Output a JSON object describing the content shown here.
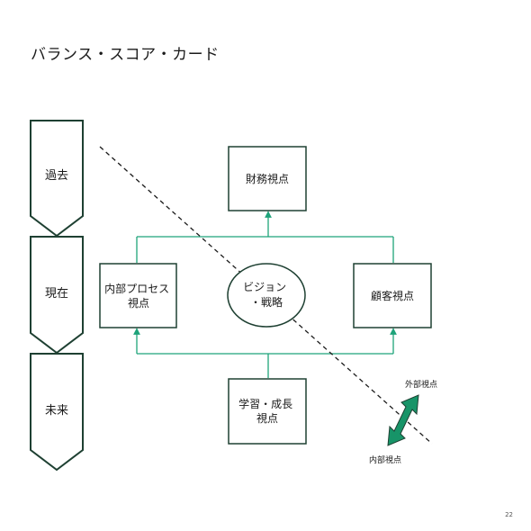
{
  "title": "バランス・スコア・カード",
  "page_number": "22",
  "timeline": [
    {
      "label": "過去"
    },
    {
      "label": "現在"
    },
    {
      "label": "未来"
    }
  ],
  "perspectives": {
    "financial": {
      "lines": [
        "財務視点"
      ]
    },
    "customer": {
      "lines": [
        "顧客視点"
      ]
    },
    "internal": {
      "lines": [
        "内部プロセス",
        "視点"
      ]
    },
    "learning": {
      "lines": [
        "学習・成長",
        "視点"
      ]
    },
    "vision": {
      "lines": [
        "ビジョン",
        "・戦略"
      ]
    }
  },
  "axis": {
    "external_label": "外部視点",
    "internal_label": "内部視点"
  },
  "colors": {
    "dark_green": "#1e4032",
    "accent_green": "#179468",
    "connector": "#1ea37a",
    "text": "#1a1a1a"
  }
}
